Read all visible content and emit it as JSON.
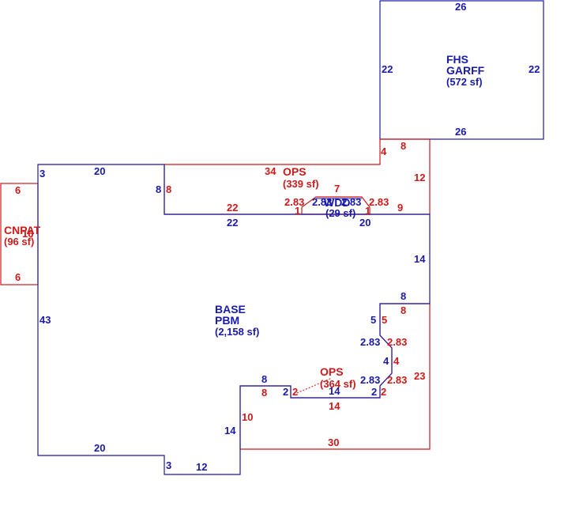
{
  "colors": {
    "blue": "#1a1aa8",
    "red": "#cc1a1a"
  },
  "areas": {
    "garage": {
      "line1": "FHS",
      "line2": "GARFF",
      "area": "(572 sf)"
    },
    "porch_top": {
      "line1": "OPS",
      "area": "(339 sf)"
    },
    "deck": {
      "line1": "WDD",
      "area": "(29 sf)"
    },
    "patio": {
      "line1": "CNPAT",
      "area": "(96 sf)"
    },
    "base": {
      "line1": "BASE",
      "line2": "PBM",
      "area": "(2,158 sf)"
    },
    "porch_bottom": {
      "line1": "OPS",
      "area": "(364 sf)"
    }
  },
  "dims": {
    "g_top": "26",
    "g_left": "22",
    "g_right": "22",
    "g_bottom": "26",
    "ops_4": "4",
    "ops_8": "8",
    "ops_34": "34",
    "ops_12": "12",
    "ops_8b": "8",
    "ops_22": "22",
    "ops_9": "9",
    "ops_283a": "2.83",
    "ops_1a": "1",
    "ops_7": "7",
    "ops_283b": "2.83",
    "ops_1b": "1",
    "wdd_283a": "2.83",
    "wdd_283b": "2.83",
    "wdd_20": "20",
    "pat_6a": "6",
    "pat_16": "16",
    "pat_6b": "6",
    "b_3": "3",
    "b_20top": "20",
    "b_8": "8",
    "b_22": "22",
    "b_20mid": "20",
    "b_14right": "14",
    "b_8step": "8",
    "b_43": "43",
    "b_5": "5",
    "b_283a": "2.83",
    "b_4": "4",
    "b_283b": "2.83",
    "b_2a": "2",
    "b_14mid": "14",
    "b_8low": "8",
    "b_2b": "2",
    "b_14left": "14",
    "b_20bot": "20",
    "b_3bot": "3",
    "b_12": "12",
    "p2_8": "8",
    "p2_5": "5",
    "p2_283a": "2.83",
    "p2_4": "4",
    "p2_283b": "2.83",
    "p2_23": "23",
    "p2_2a": "2",
    "p2_2b": "2",
    "p2_8l": "8",
    "p2_10": "10",
    "p2_14": "14",
    "p2_30": "30"
  }
}
